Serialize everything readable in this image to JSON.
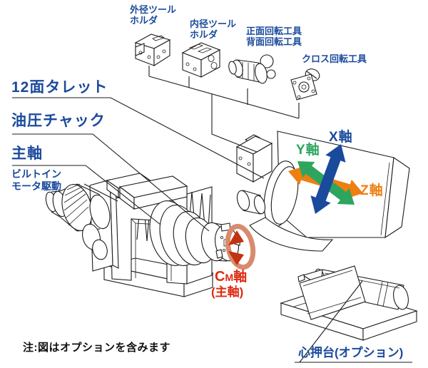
{
  "diagram": {
    "title_context": "CNC lathe feature diagram",
    "note": "注:図はオプションを含みます",
    "colors": {
      "label_blue": "#1a4a9c",
      "axis_x_blue": "#1a4a9c",
      "axis_y_green": "#2ea55e",
      "axis_z_orange": "#ee7f12",
      "cm_red": "#de2b12",
      "rotation_ring_salmon": "#d98b6e",
      "line_black": "#1c1c1c"
    },
    "labels": {
      "turret": "12面タレット",
      "hydraulic_chuck": "油圧チャック",
      "spindle": "主軸",
      "builtin_motor_line1": "ビルトイン",
      "builtin_motor_line2": "モータ駆動",
      "od_tool_holder_line1": "外径ツール",
      "od_tool_holder_line2": "ホルダ",
      "id_tool_holder_line1": "内径ツール",
      "id_tool_holder_line2": "ホルダ",
      "front_rotary_tool": "正面回転工具",
      "back_rotary_tool": "背面回転工具",
      "cross_rotary_tool": "クロス回転工具",
      "axis_x": "X軸",
      "axis_y": "Y軸",
      "axis_z": "Z軸",
      "cm_axis_c": "C",
      "cm_axis_m": "M",
      "cm_axis_suffix": "軸",
      "cm_axis_sub": "(主軸)",
      "tailstock": "心押台(オプション)"
    }
  }
}
